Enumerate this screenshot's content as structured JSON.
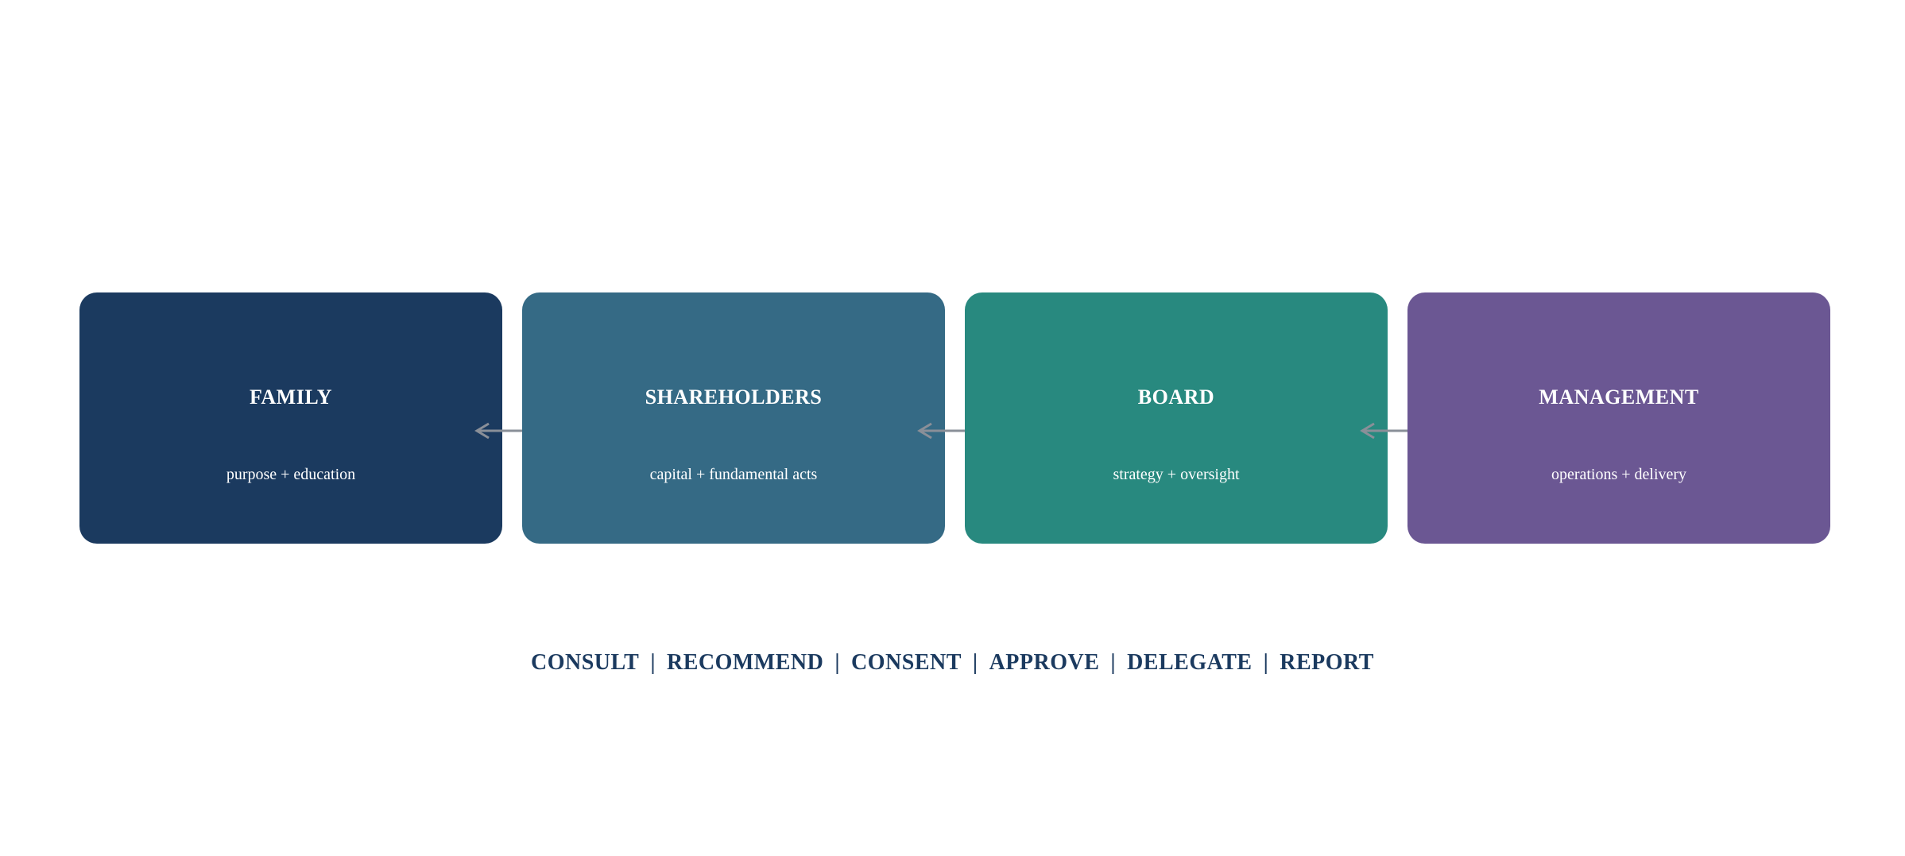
{
  "stages": [
    {
      "title": "FAMILY",
      "subtitle": "purpose + education",
      "color": "#1b3a5f"
    },
    {
      "title": "SHAREHOLDERS",
      "subtitle": "capital + fundamental acts",
      "color": "#356a85"
    },
    {
      "title": "BOARD",
      "subtitle": "strategy + oversight",
      "color": "#28897f"
    },
    {
      "title": "MANAGEMENT",
      "subtitle": "operations + delivery",
      "color": "#6b5793"
    }
  ],
  "arrow_color": "#8a8f98",
  "arrow_direction": "right-to-left",
  "actions": {
    "separator": "|",
    "items": [
      "CONSULT",
      "RECOMMEND",
      "CONSENT",
      "APPROVE",
      "DELEGATE",
      "REPORT"
    ],
    "color": "#1b3a5f"
  }
}
